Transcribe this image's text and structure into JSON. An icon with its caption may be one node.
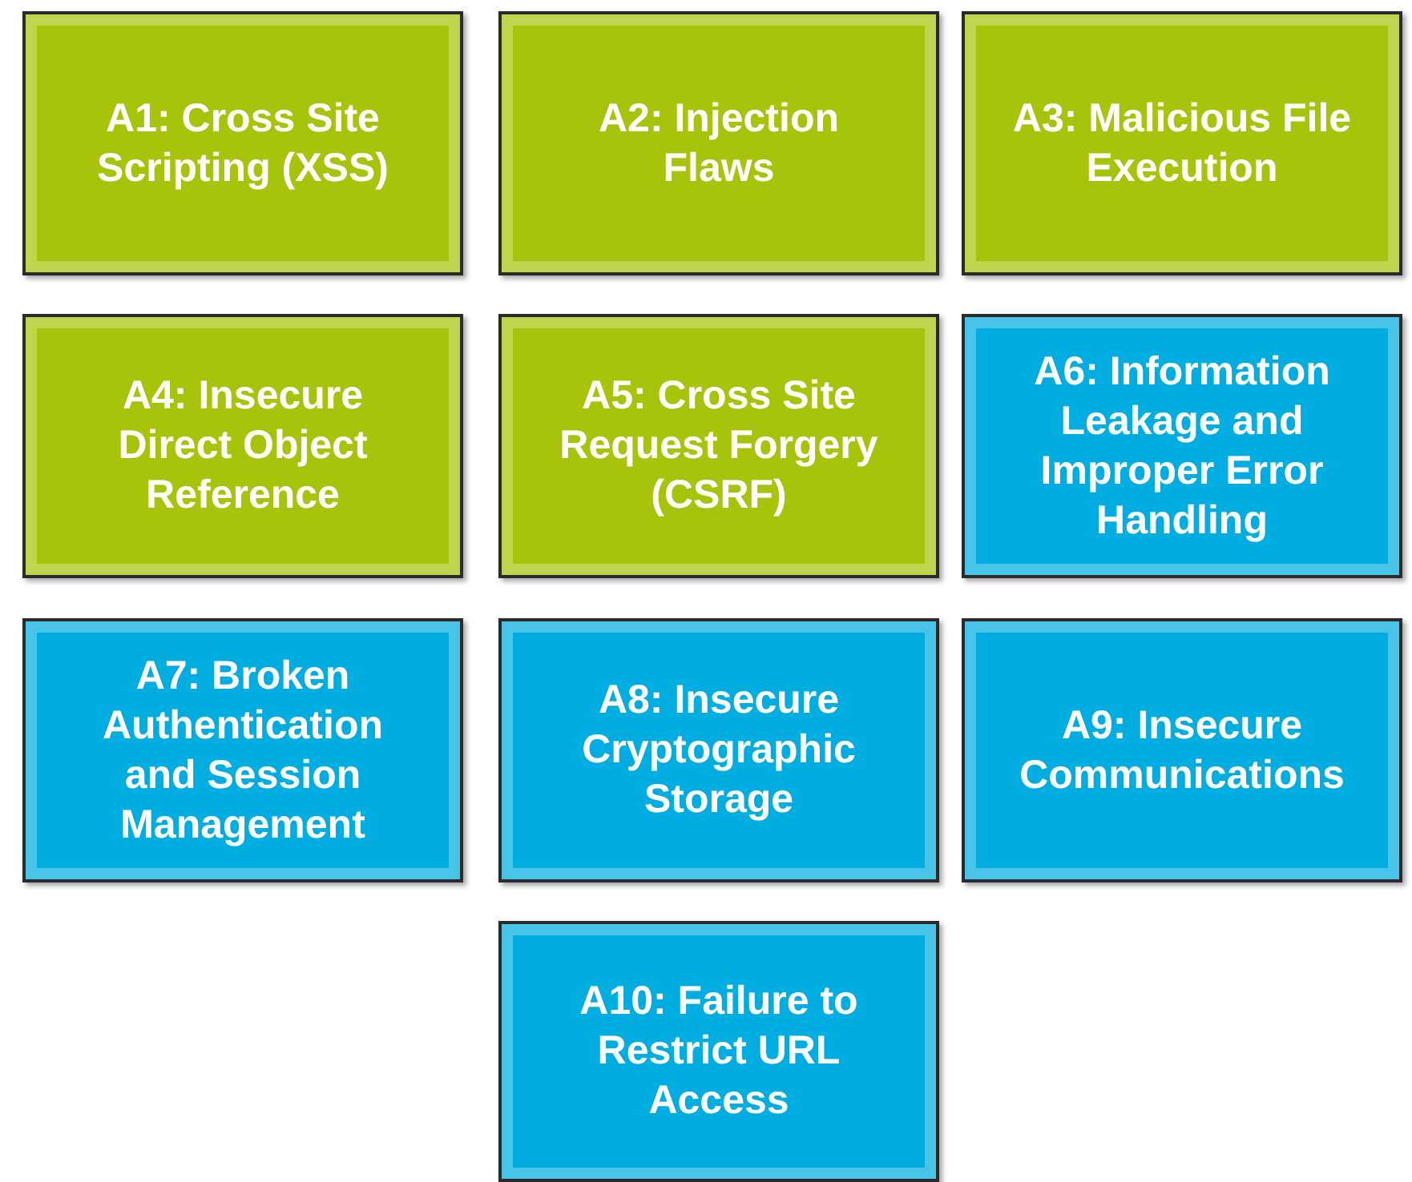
{
  "diagram": {
    "nodes": [
      {
        "text": [
          "A1: Cross Site Scripting (XSS)"
        ]
      },
      {
        "text": [
          "A2: Injection Flaws"
        ]
      },
      {
        "text": [
          "A3: Malicious File Execution"
        ]
      },
      {
        "text": [
          "A4: Insecure Direct Object Reference"
        ]
      },
      {
        "text": [
          "A5: Cross Site Request Forgery (CSRF)"
        ]
      },
      {
        "text": [
          "A6: Information Leakage and Improper Error Handling"
        ]
      },
      {
        "text": [
          "A7: Broken Authentication and Session Management"
        ]
      },
      {
        "text": [
          "A8: Insecure Cryptographic Storage"
        ]
      },
      {
        "text": [
          "A9: Insecure Communications"
        ]
      },
      {
        "text": [
          "A10: Failure to Restrict URL Access"
        ]
      }
    ]
  }
}
